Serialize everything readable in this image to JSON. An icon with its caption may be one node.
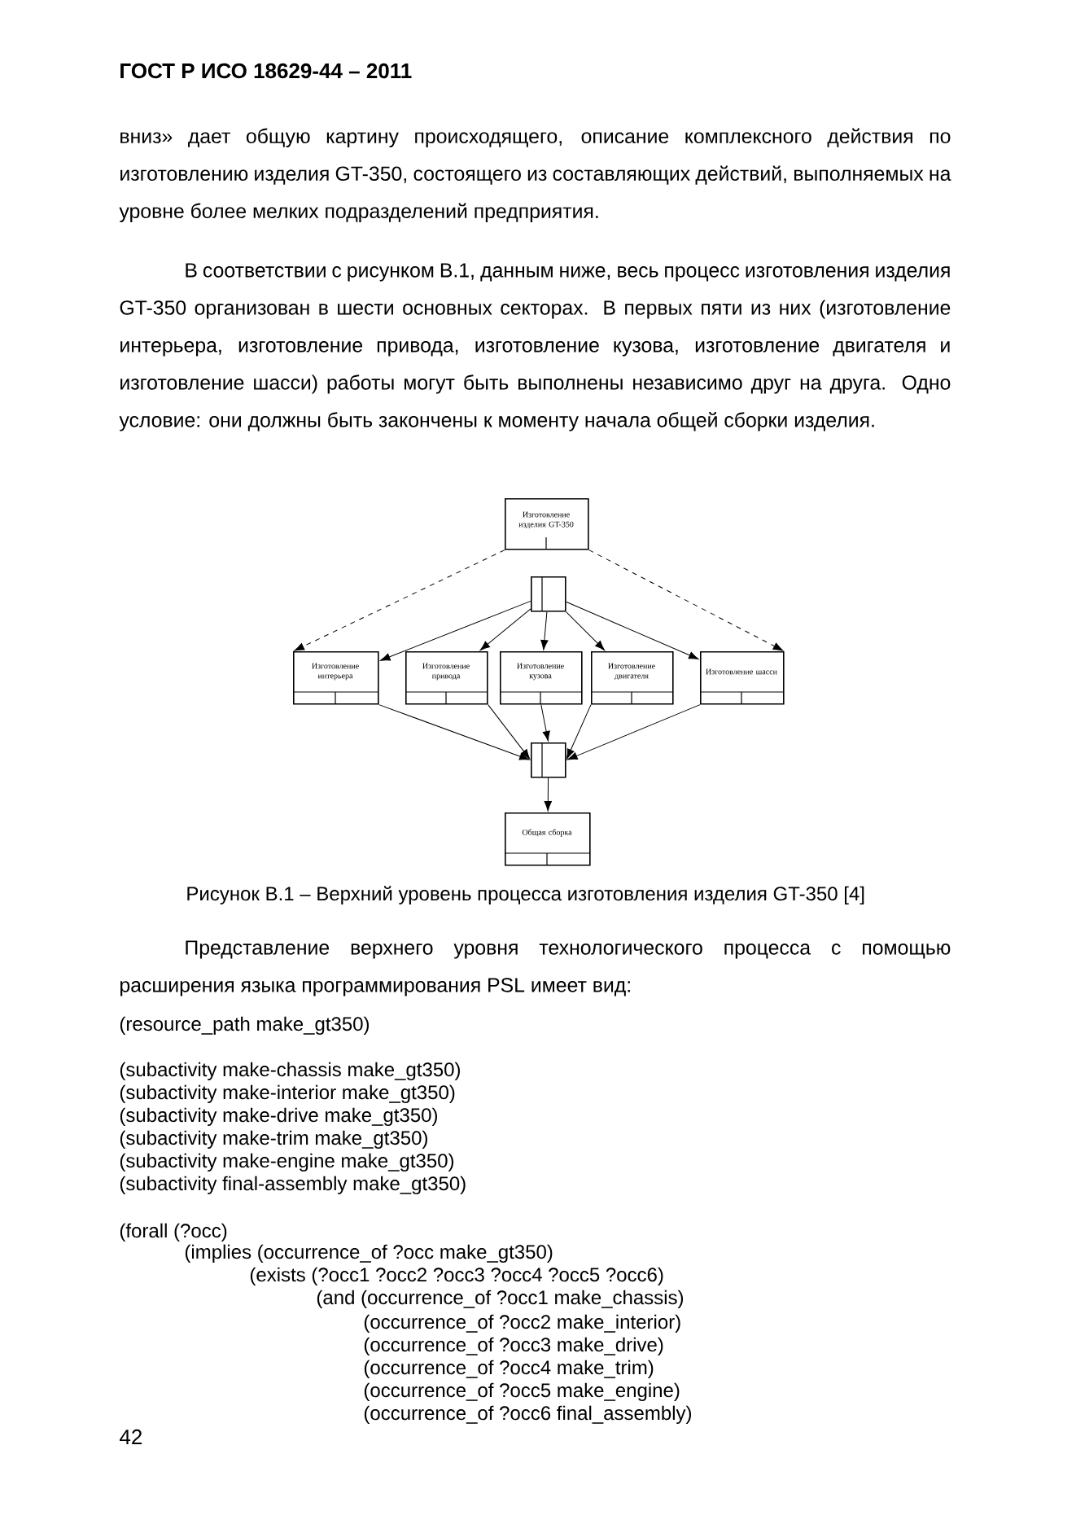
{
  "diagram": {
    "caption": "Рисунок В.1 – Верхний уровень процесса изготовления изделия GT-350 [4]",
    "nodes": [
      {
        "text": [
          "Изготовление изделия GT-350"
        ]
      },
      {
        "text": [],
        "shape": "box"
      },
      {
        "text": [
          "Изготовление интерьера"
        ]
      },
      {
        "text": [
          "Изготовление привода"
        ]
      },
      {
        "text": [
          "Изготовление кузова"
        ]
      },
      {
        "text": [
          "Изготовление двигателя"
        ]
      },
      {
        "text": [
          "Изготовление шасси"
        ]
      },
      {
        "text": [],
        "shape": "box"
      },
      {
        "text": [
          "Общая сборка"
        ]
      }
    ],
    "edges": [
      {
        "from": 0,
        "to": 2,
        "arrow": "to",
        "style": "dashed"
      },
      {
        "from": 0,
        "to": 6,
        "arrow": "to",
        "style": "dashed"
      },
      {
        "from": 1,
        "to": 2,
        "arrow": "to"
      },
      {
        "from": 1,
        "to": 3,
        "arrow": "to"
      },
      {
        "from": 1,
        "to": 4,
        "arrow": "to"
      },
      {
        "from": 1,
        "to": 5,
        "arrow": "to"
      },
      {
        "from": 1,
        "to": 6,
        "arrow": "to"
      },
      {
        "from": 2,
        "to": 7,
        "arrow": "to"
      },
      {
        "from": 3,
        "to": 7,
        "arrow": "to"
      },
      {
        "from": 4,
        "to": 7,
        "arrow": "to"
      },
      {
        "from": 5,
        "to": 7,
        "arrow": "to"
      },
      {
        "from": 6,
        "to": 7,
        "arrow": "to"
      },
      {
        "from": 7,
        "to": 8,
        "arrow": "to"
      }
    ],
    "labels": [
      "ГОСТ Р ИСО 18629-44 – 2011",
      "вниз» дает общую картину происходящего, описание комплексного действия по изготовлению изделия GT-350, состоящего из составляющих действий, выполняемых на уровне более мелких подразделений предприятия.",
      "В соответствии с рисунком В.1, данным ниже, весь процесс изготовления изделия GT-350 организован в шести основных секторах. В первых пяти из них (изготовление интерьера, изготовление привода, изготовление кузова, изготовление двигателя и изготовление шасси) работы могут быть выполнены независимо друг на друга. Одно условие: они должны быть закончены к моменту начала общей сборки изделия.",
      "Представление верхнего уровня технологического процесса с помощью расширения языка программирования PSL имеет вид:",
      "(resource_path make_gt350)",
      "(subactivity make-chassis make_gt350)",
      "(subactivity make-interior make_gt350)",
      "(subactivity make-drive make_gt350)",
      "(subactivity make-trim make_gt350)",
      "(subactivity make-engine make_gt350)",
      "(subactivity final-assembly make_gt350)",
      "(forall (?occ)",
      "(implies (occurrence_of ?occ make_gt350)",
      "(exists (?occ1 ?occ2 ?occ3 ?occ4 ?occ5 ?occ6)",
      "(and (occurrence_of ?occ1 make_chassis)",
      "(occurrence_of ?occ2 make_interior)",
      "(occurrence_of ?occ3 make_drive)",
      "(occurrence_of ?occ4 make_trim)",
      "(occurrence_of ?occ5 make_engine)",
      "(occurrence_of ?occ6 final_assembly)",
      "42"
    ]
  }
}
